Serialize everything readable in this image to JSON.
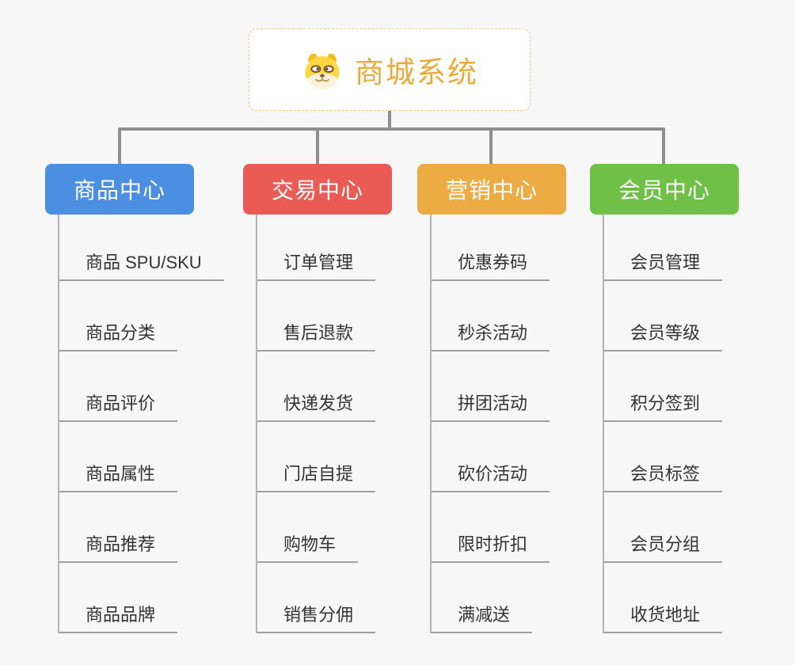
{
  "canvas": {
    "background": "#f7f7f7",
    "connector_color": "#8f8f8f"
  },
  "root": {
    "title": "商城系统",
    "icon": "doge-icon",
    "title_color": "#efa93a",
    "border_color": "#f3ca8a"
  },
  "branches": [
    {
      "label": "商品中心",
      "color": "#4b8fe2",
      "items": [
        "商品 SPU/SKU",
        "商品分类",
        "商品评价",
        "商品属性",
        "商品推荐",
        "商品品牌"
      ]
    },
    {
      "label": "交易中心",
      "color": "#ea5b55",
      "items": [
        "订单管理",
        "售后退款",
        "快递发货",
        "门店自提",
        "购物车",
        "销售分佣"
      ]
    },
    {
      "label": "营销中心",
      "color": "#ecab43",
      "items": [
        "优惠券码",
        "秒杀活动",
        "拼团活动",
        "砍价活动",
        "限时折扣",
        "满减送"
      ]
    },
    {
      "label": "会员中心",
      "color": "#6fc046",
      "items": [
        "会员管理",
        "会员等级",
        "积分签到",
        "会员标签",
        "会员分组",
        "收货地址"
      ]
    }
  ]
}
